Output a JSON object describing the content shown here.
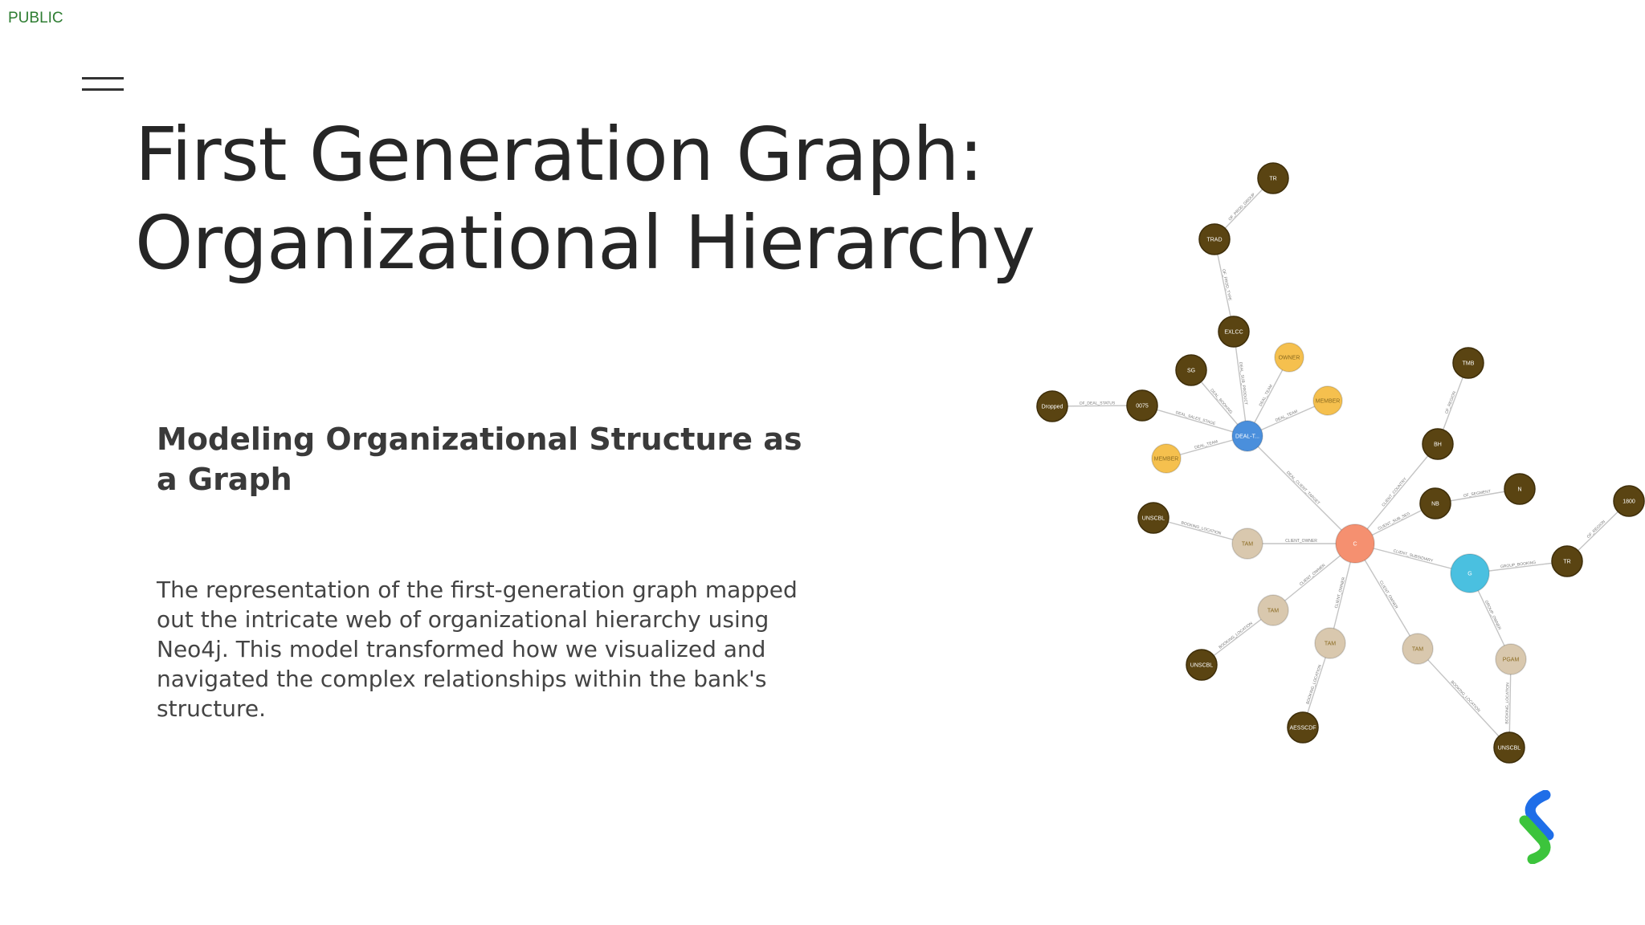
{
  "classification": "PUBLIC",
  "slide": {
    "title_line1": "First Generation Graph:",
    "title_line2": "Organizational Hierarchy",
    "subtitle": "Modeling Organizational Structure as a Graph",
    "body": "The representation of the first-generation graph mapped out the intricate web of organizational hierarchy using Neo4j. This model transformed how we visualized and navigated the complex relationships within the bank's structure."
  },
  "graph": {
    "colors": {
      "dark": "#5a4412",
      "owner": "#f5c04e",
      "deal": "#4a8fdc",
      "client": "#f59070",
      "group": "#4ac0e0",
      "tam": "#d9c8ae",
      "edge": "#c4c4c4"
    },
    "nodes": [
      {
        "label": "TR",
        "kind": "dark"
      },
      {
        "label": "TRAD",
        "kind": "dark"
      },
      {
        "label": "EXLCC",
        "kind": "dark"
      },
      {
        "label": "SG",
        "kind": "dark"
      },
      {
        "label": "OWNER",
        "kind": "owner"
      },
      {
        "label": "MEMBER",
        "kind": "owner"
      },
      {
        "label": "Dropped",
        "kind": "dark"
      },
      {
        "label": "0075",
        "kind": "dark"
      },
      {
        "label": "DEAL-T...",
        "kind": "deal"
      },
      {
        "label": "MEMBER",
        "kind": "owner"
      },
      {
        "label": "TMB",
        "kind": "dark"
      },
      {
        "label": "BH",
        "kind": "dark"
      },
      {
        "label": "NB",
        "kind": "dark"
      },
      {
        "label": "N",
        "kind": "dark"
      },
      {
        "label": "1800",
        "kind": "dark"
      },
      {
        "label": "UNSCBL",
        "kind": "dark"
      },
      {
        "label": "TAM",
        "kind": "tam"
      },
      {
        "label": "C",
        "kind": "client"
      },
      {
        "label": "G",
        "kind": "group"
      },
      {
        "label": "TR",
        "kind": "dark"
      },
      {
        "label": "TAM",
        "kind": "tam"
      },
      {
        "label": "UNSCBL",
        "kind": "dark"
      },
      {
        "label": "TAM",
        "kind": "tam"
      },
      {
        "label": "TAM",
        "kind": "tam"
      },
      {
        "label": "PGAM",
        "kind": "tam"
      },
      {
        "label": "AESSCDF",
        "kind": "dark"
      },
      {
        "label": "UNSCBL",
        "kind": "dark"
      }
    ],
    "edges": [
      {
        "from": 0,
        "to": 1,
        "label": "OF_PROD_GROUP"
      },
      {
        "from": 1,
        "to": 2,
        "label": "OF_PROD_TYPE"
      },
      {
        "from": 2,
        "to": 8,
        "label": "DEAL_SUB_PRODUCT"
      },
      {
        "from": 3,
        "to": 8,
        "label": "DEAL_BOOKING"
      },
      {
        "from": 4,
        "to": 8,
        "label": "DEAL_TEAM"
      },
      {
        "from": 5,
        "to": 8,
        "label": "DEAL_TEAM"
      },
      {
        "from": 6,
        "to": 7,
        "label": "OF_DEAL_STATUS"
      },
      {
        "from": 7,
        "to": 8,
        "label": "DEAL_SALES_STAGE"
      },
      {
        "from": 9,
        "to": 8,
        "label": "DEAL_TEAM"
      },
      {
        "from": 8,
        "to": 17,
        "label": "DEAL_CLIENT_TARGET"
      },
      {
        "from": 10,
        "to": 11,
        "label": "OF_REGION"
      },
      {
        "from": 11,
        "to": 17,
        "label": "CLIENT_COUNTRY"
      },
      {
        "from": 12,
        "to": 17,
        "label": "CLIENT_SUB_SEG"
      },
      {
        "from": 13,
        "to": 12,
        "label": "OF_SEGMENT"
      },
      {
        "from": 14,
        "to": 19,
        "label": "OF_REGION"
      },
      {
        "from": 15,
        "to": 16,
        "label": "BOOKING_LOCATION"
      },
      {
        "from": 16,
        "to": 17,
        "label": "CLIENT_OWNER"
      },
      {
        "from": 17,
        "to": 18,
        "label": "CLIENT_SUBSIDIARY"
      },
      {
        "from": 18,
        "to": 19,
        "label": "GROUP_BOOKING"
      },
      {
        "from": 17,
        "to": 20,
        "label": "CLIENT_OWNER"
      },
      {
        "from": 20,
        "to": 21,
        "label": "BOOKING_LOCATION"
      },
      {
        "from": 17,
        "to": 22,
        "label": "CLIENT_OWNER"
      },
      {
        "from": 22,
        "to": 25,
        "label": "BOOKING_LOCATION"
      },
      {
        "from": 17,
        "to": 23,
        "label": "CLIENT_OWNER"
      },
      {
        "from": 23,
        "to": 26,
        "label": "BOOKING_LOCATION"
      },
      {
        "from": 18,
        "to": 24,
        "label": "GROUP_OWNER"
      },
      {
        "from": 24,
        "to": 26,
        "label": "BOOKING_LOCATION"
      }
    ]
  }
}
